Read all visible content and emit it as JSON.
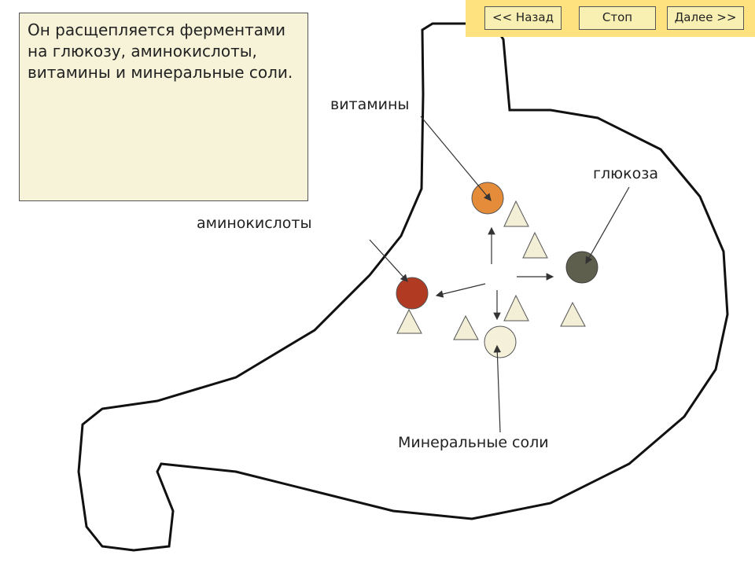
{
  "text_box": "Он расщепляется ферментами на глюкозу, аминокислоты, витамины и минеральные соли.",
  "nav": {
    "back": "<< Назад",
    "stop": "Стоп",
    "next": "Далее >>"
  },
  "labels": {
    "vitamins": "витамины",
    "glucose": "глюкоза",
    "amino": "аминокислоты",
    "minerals": "Минеральные соли"
  },
  "colors": {
    "vitamins": "#e58c3a",
    "glucose": "#5f5f4e",
    "amino": "#b03a22",
    "minerals": "#f4f0da",
    "triangle": "#f2efd6"
  }
}
